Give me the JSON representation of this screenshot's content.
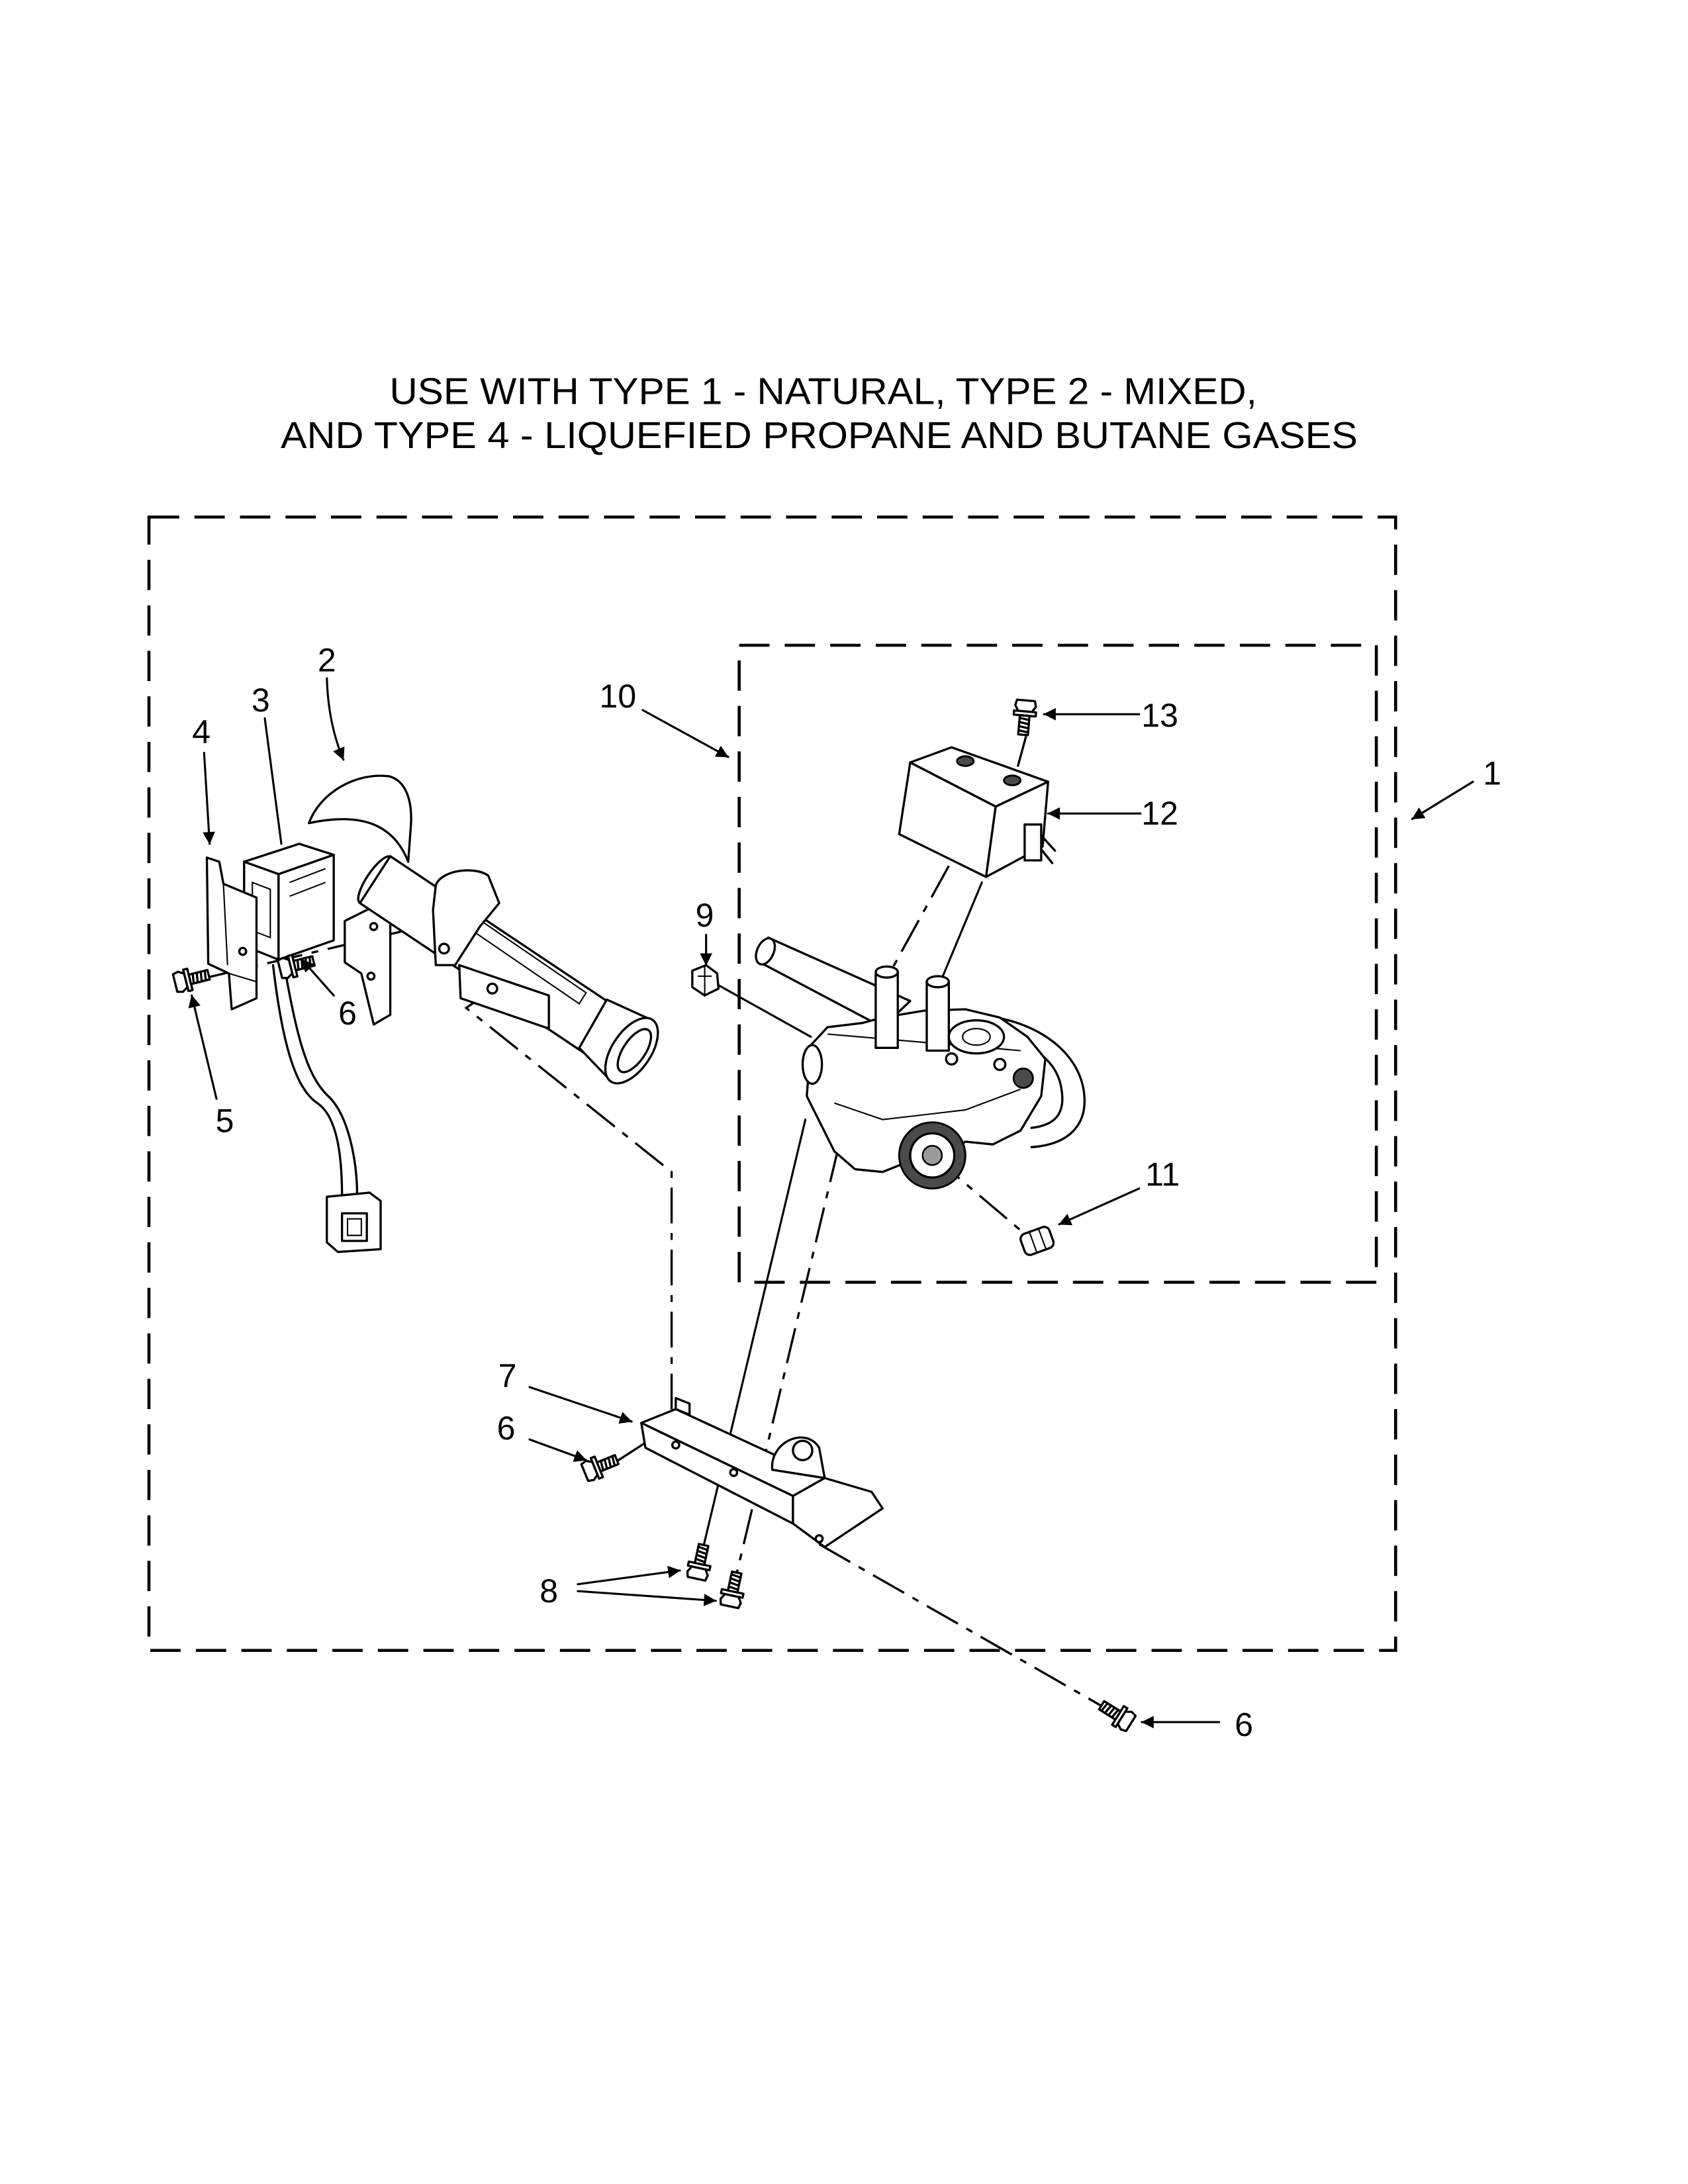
{
  "title": {
    "line1": "USE WITH TYPE 1 - NATURAL, TYPE 2 - MIXED,",
    "line2": "AND TYPE 4 - LIQUEFIED PROPANE AND BUTANE GASES"
  },
  "callouts": [
    "1",
    "2",
    "3",
    "4",
    "5",
    "6",
    "7",
    "6",
    "8",
    "9",
    "10",
    "11",
    "12",
    "13",
    "6"
  ],
  "style": {
    "line_color": "#000000",
    "background": "#ffffff"
  }
}
